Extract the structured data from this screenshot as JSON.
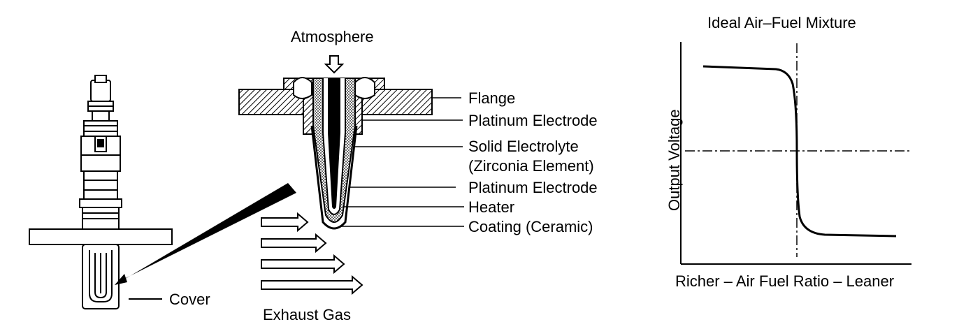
{
  "labels": {
    "atmosphere": "Atmosphere",
    "flange": "Flange",
    "platinum_electrode_outer": "Platinum Electrode",
    "solid_electrolyte": "Solid Electrolyte",
    "zirconia_element": "(Zirconia Element)",
    "platinum_electrode_inner": "Platinum Electrode",
    "heater": "Heater",
    "coating": "Coating (Ceramic)",
    "exhaust_gas": "Exhaust Gas",
    "cover": "Cover"
  },
  "graph": {
    "title": "Ideal Air–Fuel Mixture",
    "ylabel": "Output Voltage",
    "xlabel": "Richer – Air Fuel Ratio – Leaner"
  }
}
